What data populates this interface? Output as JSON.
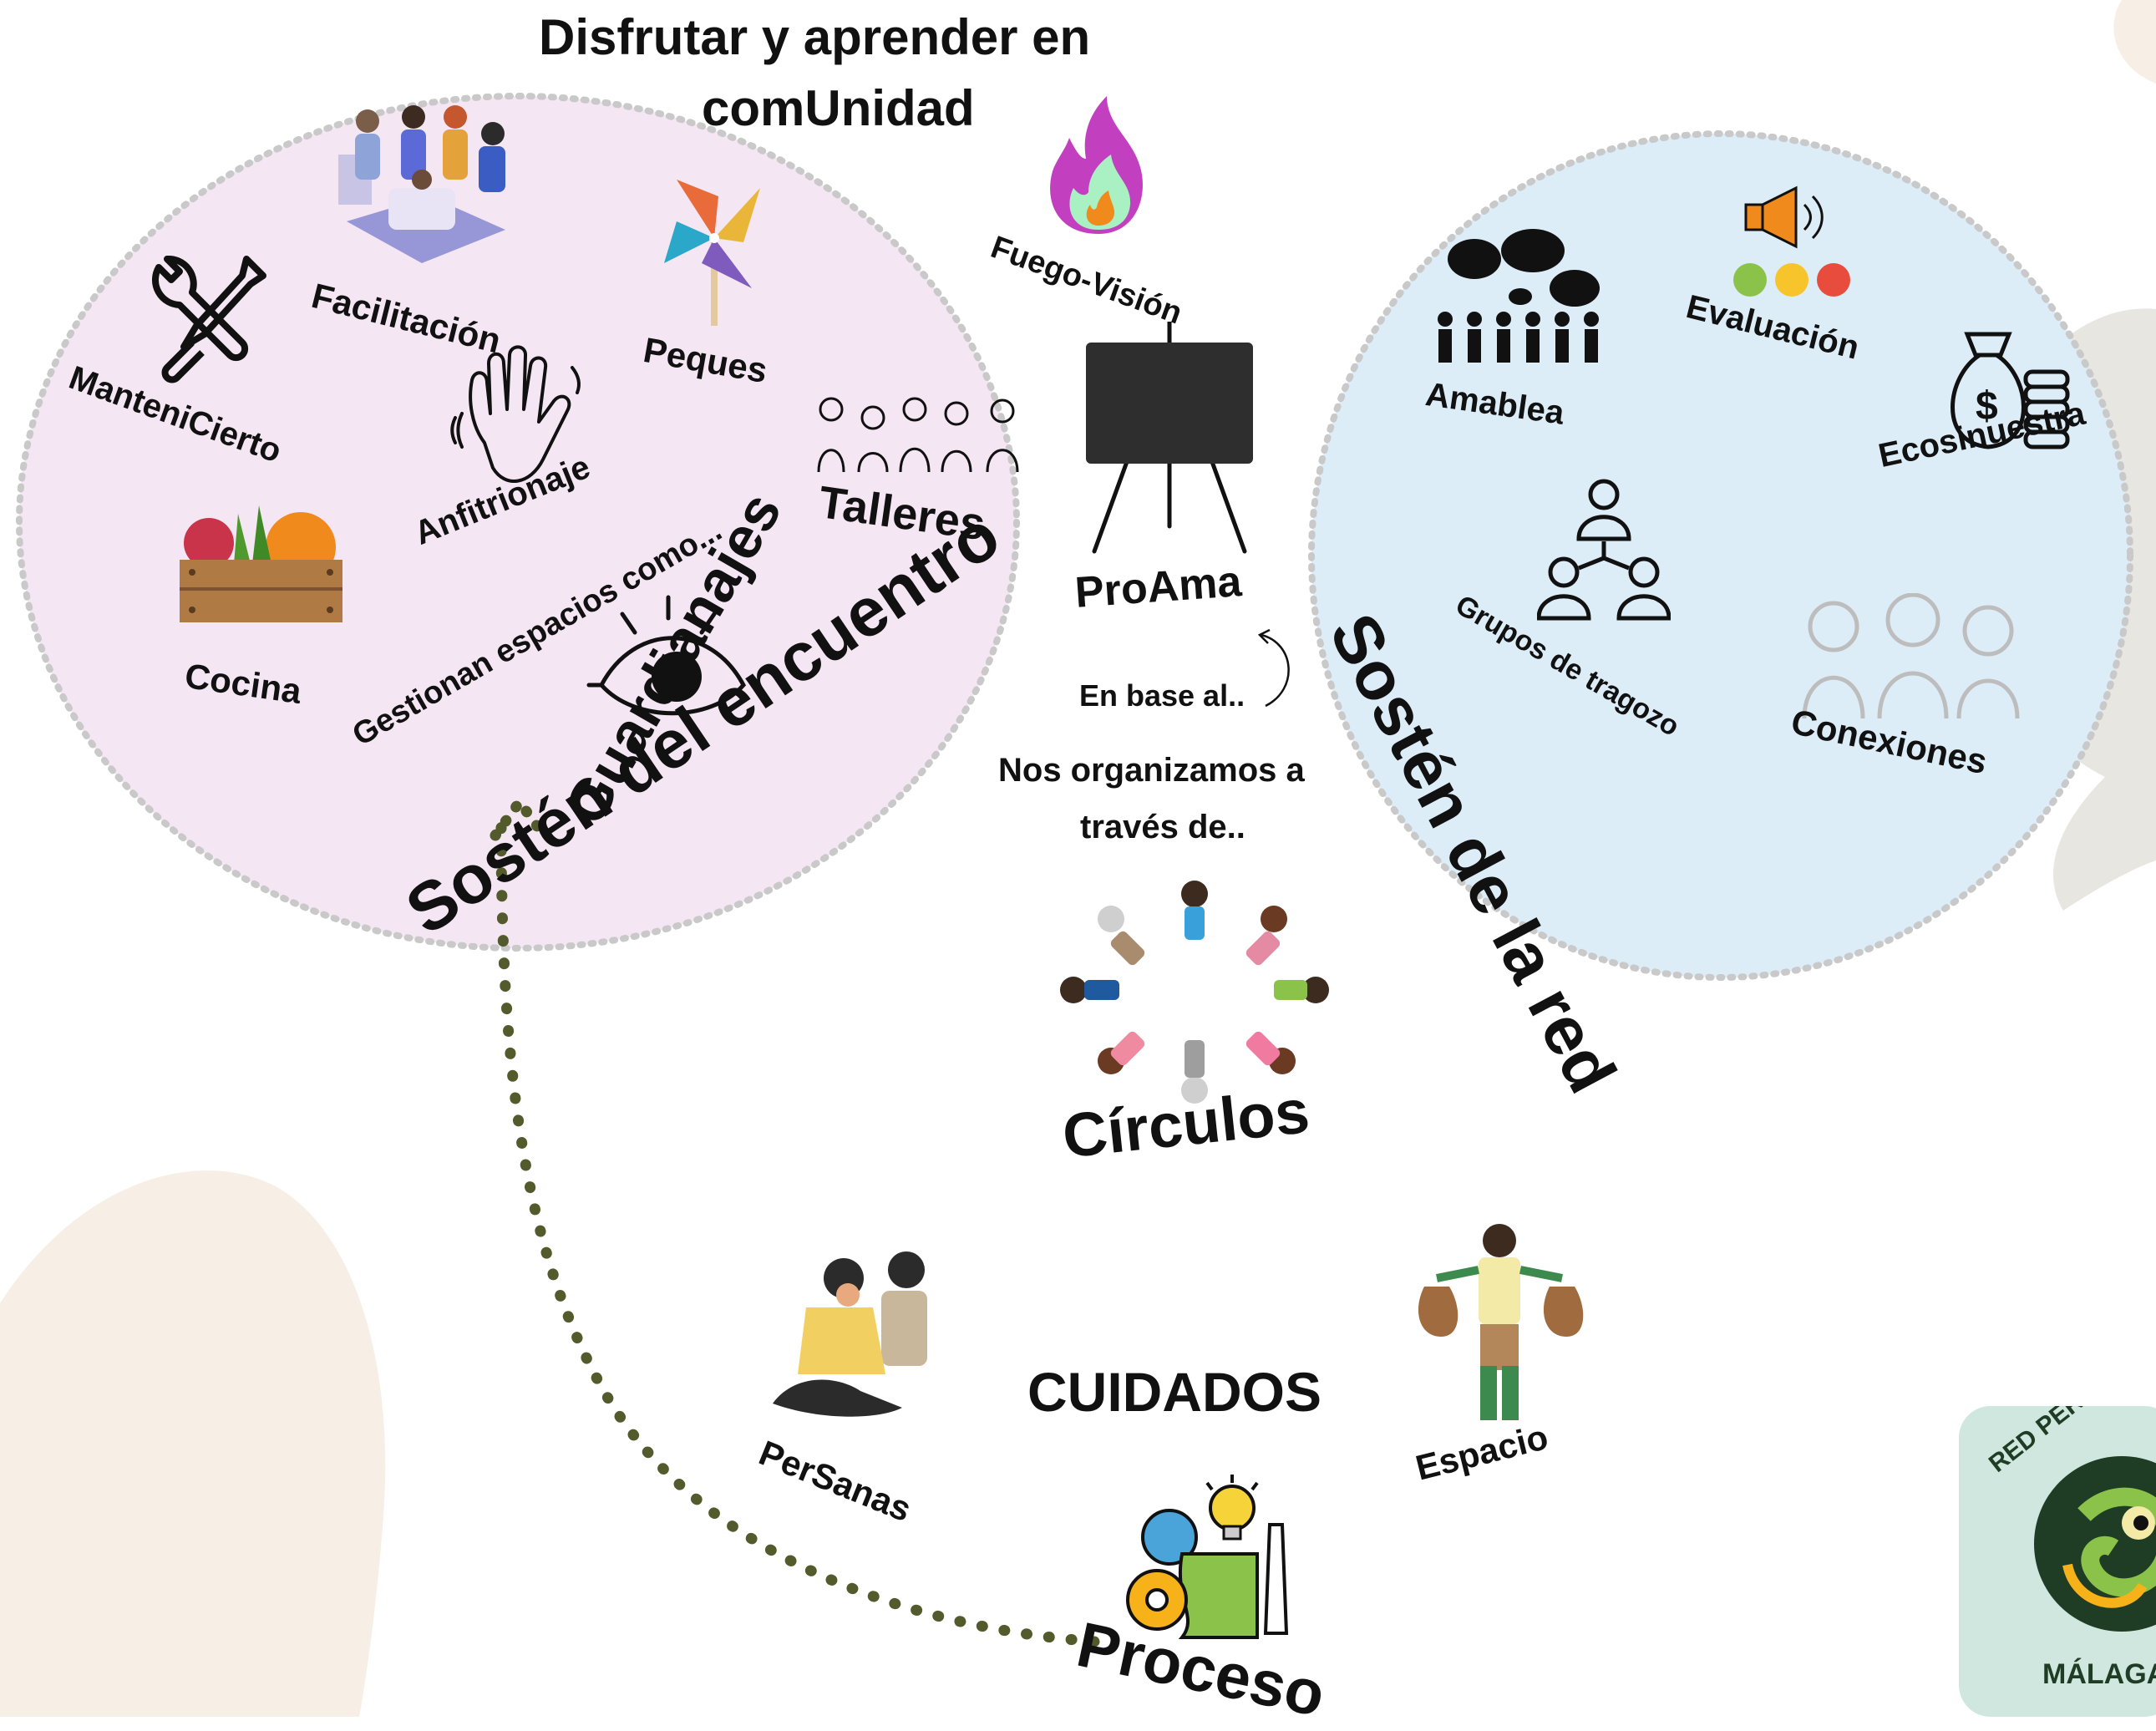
{
  "title": {
    "line1": "Disfrutar y aprender en",
    "line2": "comUnidad"
  },
  "left_circle": {
    "title": "Sostén del encuentro",
    "items": {
      "facilitacion": "Facilitación",
      "peques": "Peques",
      "mantenicierto": "ManteniCierto",
      "anfitrionaje": "Anfitrionaje",
      "talleres": "Talleres",
      "cocina": "Cocina",
      "gestionan": "Gestionan espacios como...",
      "guardianajes": "Guardianajes"
    }
  },
  "right_circle": {
    "title": "Sostén de la red",
    "items": {
      "amablea": "Amablea",
      "evaluacion": "Evaluación",
      "ecosinuestra": "Ecosinuestra",
      "grupos": "Grupos de tragozo",
      "conexiones": "Conexiones"
    }
  },
  "center": {
    "fuego": "Fuego-Visión",
    "proama": "ProAma",
    "en_base": "En base al..",
    "nos_organizamos_1": "Nos organizamos a",
    "nos_organizamos_2": "través de..",
    "circulos": "Círculos"
  },
  "bottom": {
    "cuidados": "CUIDADOS",
    "persanas": "PerSanas",
    "espacio": "Espacio",
    "proceso": "Proceso"
  },
  "logo": {
    "text_top": "RED PERMACU",
    "text_bottom": "MÁLAGA"
  },
  "colors": {
    "left_circle_fill": "#f4e6f3",
    "right_circle_fill": "#dcedf8",
    "circle_border": "#c9c9c9",
    "arrow": "#535a2b",
    "blob": "#f7efe6",
    "logo_bg": "#cfe7df",
    "logo_dark": "#1f3d24"
  }
}
